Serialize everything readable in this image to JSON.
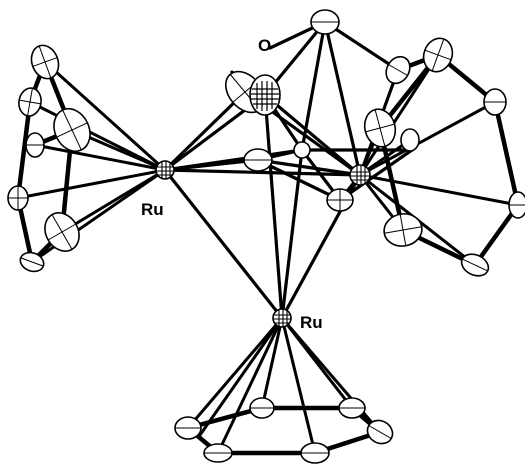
{
  "labels": {
    "ru_left": "Ru",
    "ru_bottom": "Ru",
    "oxygen": "O"
  },
  "colors": {
    "ink": "#000000",
    "atom_fill": "#ffffff",
    "background": "#ffffff"
  }
}
